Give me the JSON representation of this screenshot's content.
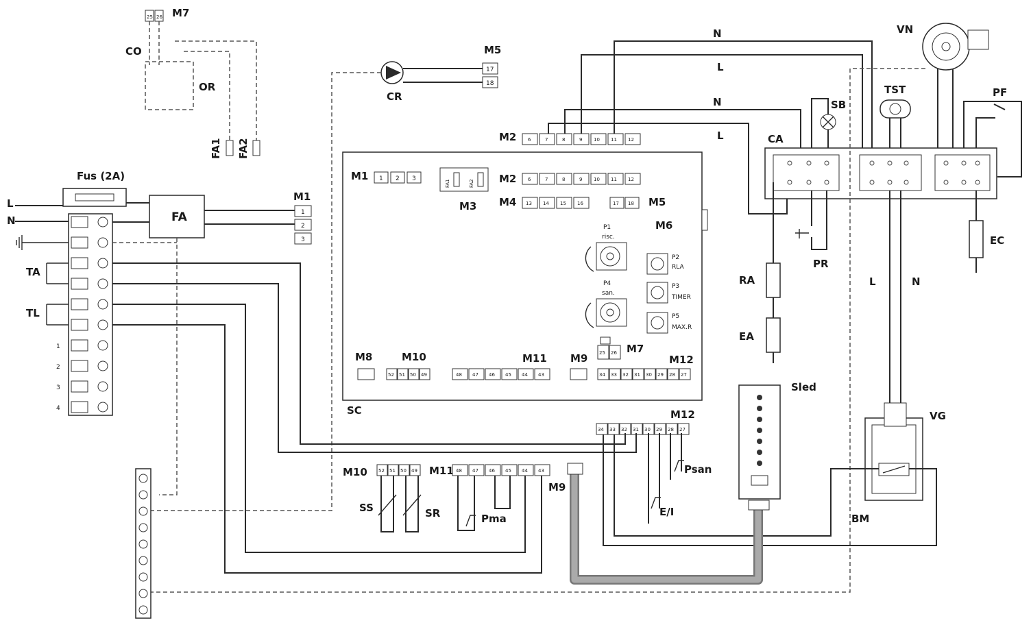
{
  "labels": {
    "m7_top": "M7",
    "co": "CO",
    "or": "OR",
    "fa1": "FA1",
    "fa2": "FA2",
    "fus": "Fus (2A)",
    "l": "L",
    "n": "N",
    "ta": "TA",
    "tl": "TL",
    "fa": "FA",
    "m1": "M1",
    "cr": "CR",
    "m5_top": "M5",
    "m2_top": "M2",
    "wire_n1": "N",
    "wire_l1": "L",
    "wire_n2": "N",
    "wire_l2": "L",
    "vn": "VN",
    "tst": "TST",
    "sb": "SB",
    "ca": "CA",
    "pf": "PF",
    "ra": "RA",
    "ea": "EA",
    "pr": "PR",
    "ec": "EC",
    "wire_l3": "L",
    "wire_n3": "N",
    "sled": "Sled",
    "vg": "VG",
    "bm": "BM",
    "sc": "SC",
    "m12_out": "M12",
    "m10_out": "M10",
    "m11_out": "M11",
    "m9_out": "M9",
    "ss": "SS",
    "sr": "SR",
    "pma": "Pma",
    "psan": "Psan",
    "ei": "E/I"
  },
  "board": {
    "m1": "M1",
    "m2": "M2",
    "m3": "M3",
    "m4": "M4",
    "m5": "M5",
    "m6": "M6",
    "m7": "M7",
    "m8": "M8",
    "m9": "M9",
    "m10": "M10",
    "m11": "M11",
    "m12": "M12",
    "fa1": "FA1",
    "fa2": "FA2",
    "p1": "P1",
    "p1_sub": "risc.",
    "p4": "P4",
    "p4_sub": "san.",
    "p2": "P2",
    "p2_sub": "RLA",
    "p3": "P3",
    "p3_sub": "TIMER",
    "p5": "P5",
    "p5_sub": "MAX.R"
  },
  "terminals": {
    "m7": [
      "25",
      "26"
    ],
    "m5": [
      "17",
      "18"
    ],
    "m2": [
      "6",
      "7",
      "8",
      "9",
      "10",
      "11",
      "12"
    ],
    "m1_board": [
      "1",
      "2",
      "3"
    ],
    "m1_ext": [
      "1",
      "2",
      "3"
    ],
    "m4": [
      "13",
      "14",
      "15",
      "16"
    ],
    "m5_board": [
      "17",
      "18"
    ],
    "m10": [
      "52",
      "51",
      "50",
      "49"
    ],
    "m11": [
      "48",
      "47",
      "46",
      "45",
      "44",
      "43"
    ],
    "m12": [
      "34",
      "33",
      "32",
      "31",
      "30",
      "29",
      "28",
      "27"
    ],
    "strip_numbers": [
      "1",
      "2",
      "3",
      "4"
    ]
  }
}
